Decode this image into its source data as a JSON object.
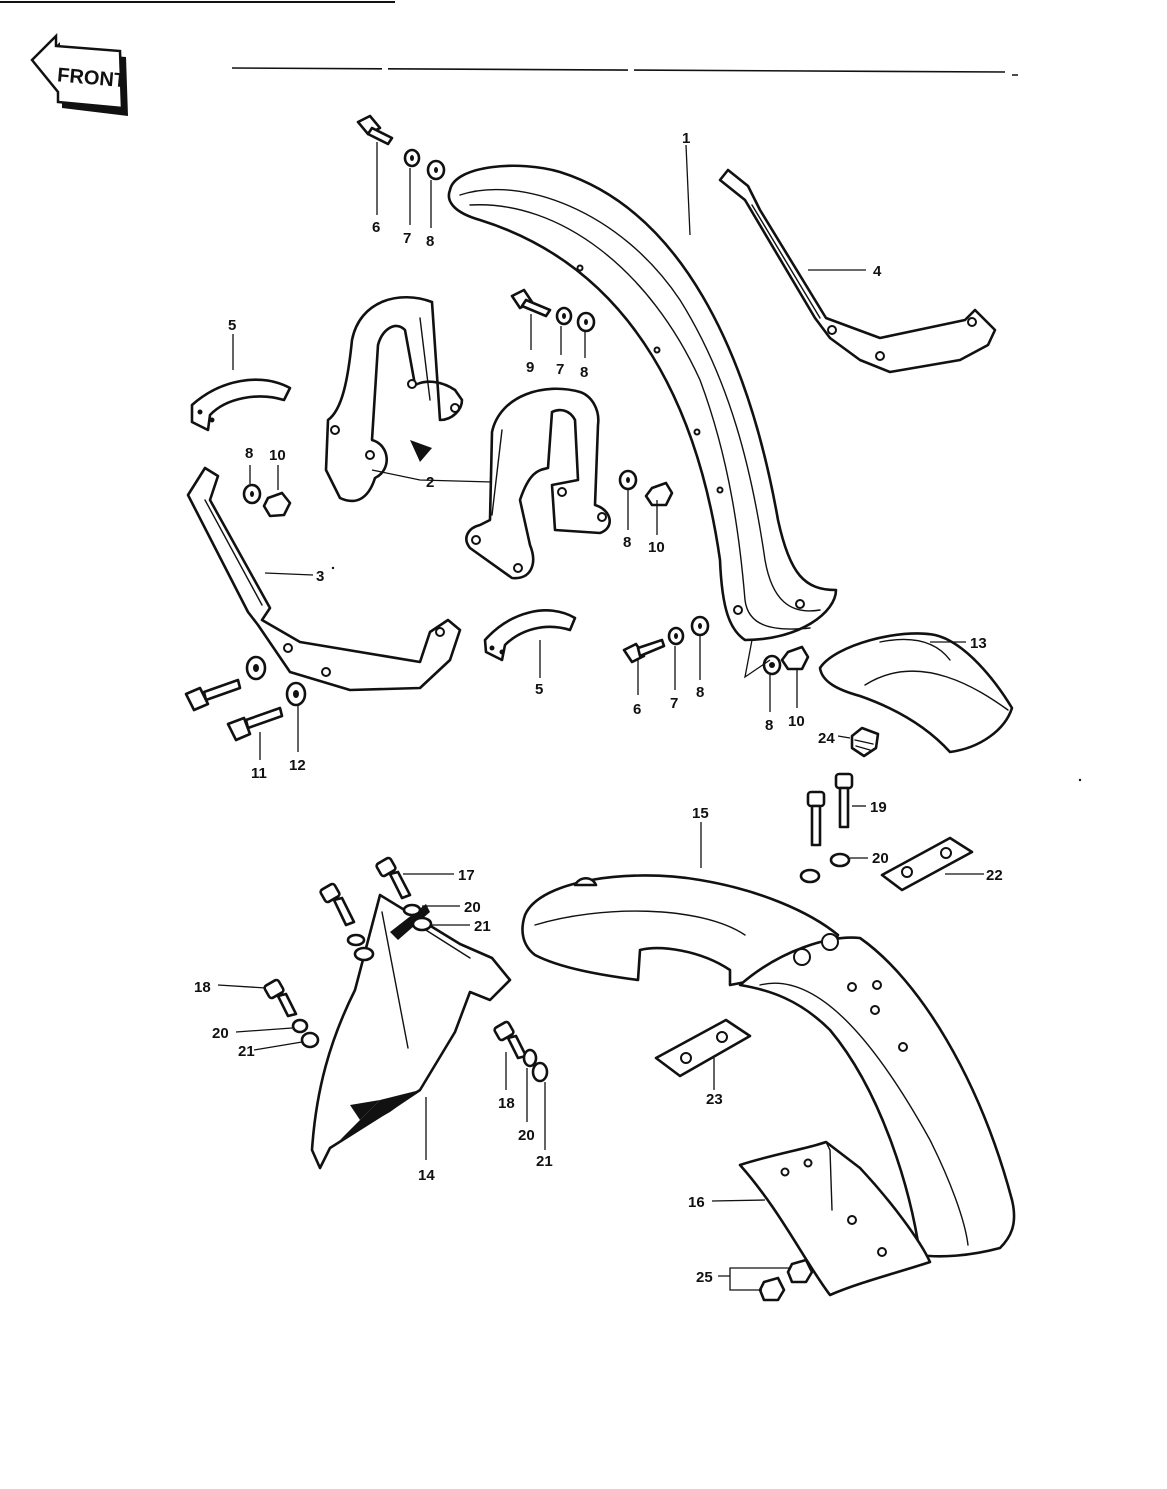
{
  "front_badge": {
    "label": "FRONT"
  },
  "callouts": {
    "n1": "1",
    "n2": "2",
    "n3": "3",
    "n4": "4",
    "n5": "5",
    "n6": "6",
    "n7": "7",
    "n8": "8",
    "n9": "9",
    "n10": "10",
    "n11": "11",
    "n12": "12",
    "n13": "13",
    "n14": "14",
    "n15": "15",
    "n16": "16",
    "n17": "17",
    "n18": "18",
    "n19": "19",
    "n20": "20",
    "n21": "21",
    "n22": "22",
    "n23": "23",
    "n24": "24",
    "n25": "25"
  }
}
